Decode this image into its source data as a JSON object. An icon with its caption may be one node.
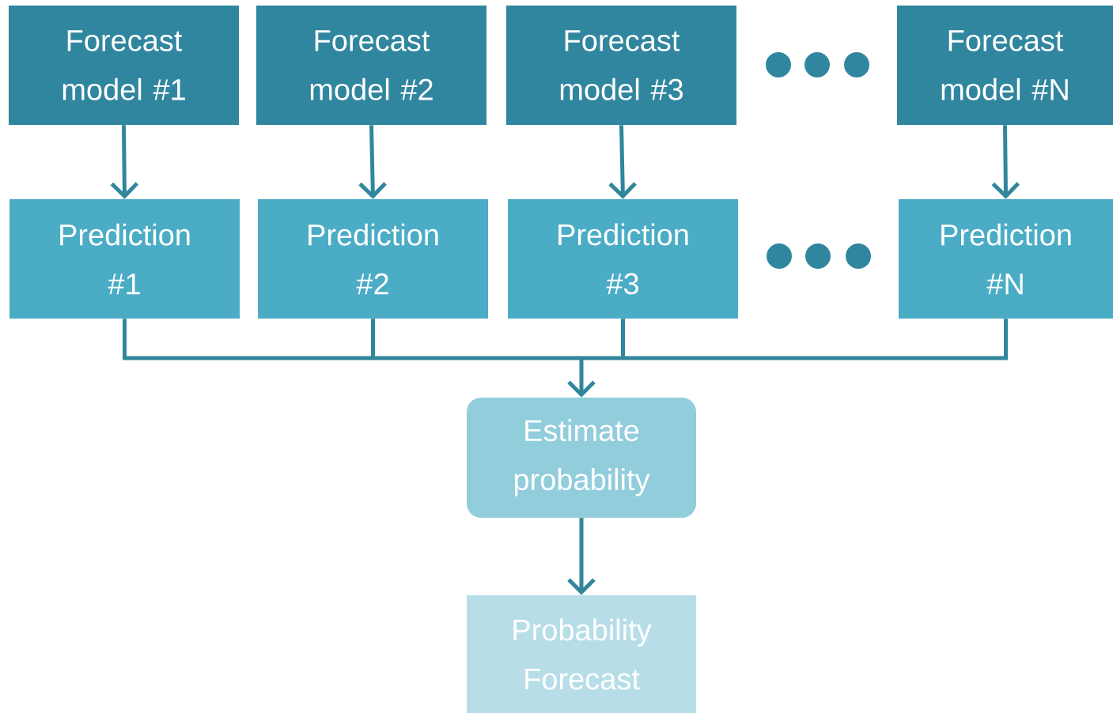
{
  "diagram": {
    "nodes": [
      {
        "text": [
          "Forecast model #1"
        ]
      },
      {
        "text": [
          "Forecast model #2"
        ]
      },
      {
        "text": [
          "Forecast model #3"
        ]
      },
      {
        "text": [
          "Forecast model #N"
        ]
      },
      {
        "text": [
          "Prediction #1"
        ]
      },
      {
        "text": [
          "Prediction #2"
        ]
      },
      {
        "text": [
          "Prediction #3"
        ]
      },
      {
        "text": [
          "Prediction #N"
        ]
      },
      {
        "text": [
          "Estimate probability"
        ]
      },
      {
        "text": [
          "Probability Forecast"
        ]
      }
    ],
    "edges": [
      {
        "from": 0,
        "to": 4,
        "arrow": "to"
      },
      {
        "from": 1,
        "to": 5,
        "arrow": "to"
      },
      {
        "from": 2,
        "to": 6,
        "arrow": "to"
      },
      {
        "from": 3,
        "to": 7,
        "arrow": "to"
      },
      {
        "from": 4,
        "to": 8,
        "arrow": "to"
      },
      {
        "from": 5,
        "to": 8,
        "arrow": "to"
      },
      {
        "from": 6,
        "to": 8,
        "arrow": "to"
      },
      {
        "from": 7,
        "to": 8,
        "arrow": "to"
      },
      {
        "from": 8,
        "to": 9,
        "arrow": "to"
      }
    ]
  }
}
